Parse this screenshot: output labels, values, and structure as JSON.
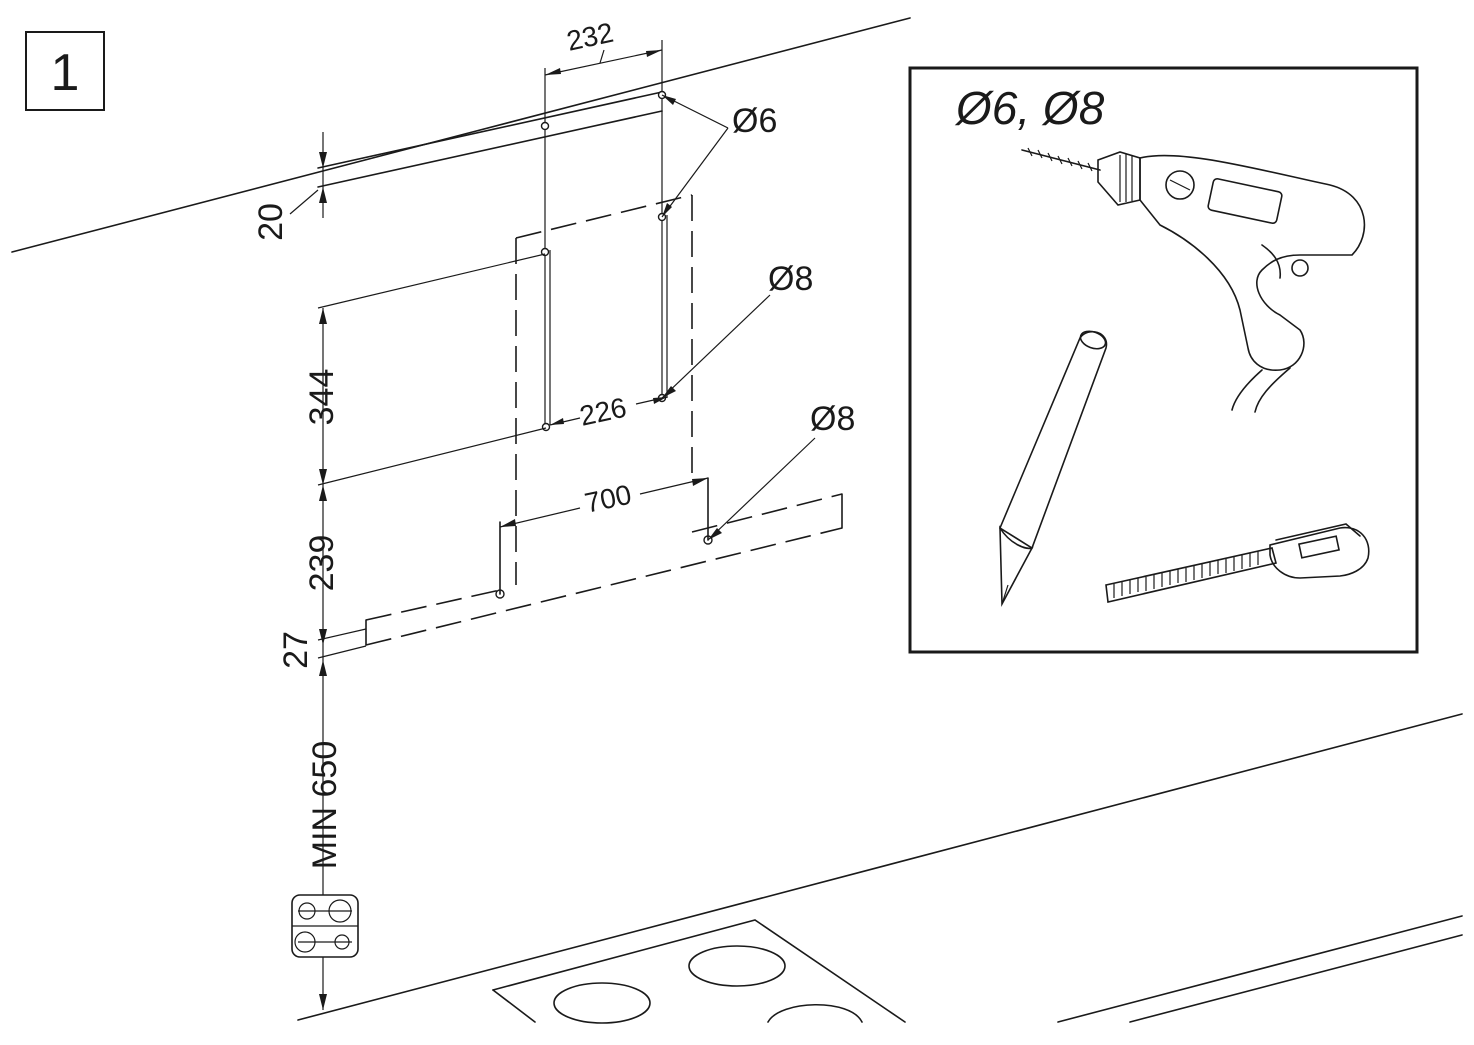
{
  "step_number": "1",
  "dimensions": {
    "top_width": "232",
    "bottom_width": "226",
    "bracket_width": "700",
    "top_offset": "20",
    "vertical_spacing": "344",
    "bracket_offset": "239",
    "bottom_offset": "27",
    "min_height": "MIN 650"
  },
  "hole_labels": {
    "upper": "Ø6",
    "middle": "Ø8",
    "lower": "Ø8"
  },
  "tools_panel": {
    "title": "Ø6, Ø8",
    "tools": [
      "drill-icon",
      "pencil-icon",
      "tape-measure-icon"
    ]
  },
  "icons": [
    "hob-icon"
  ]
}
